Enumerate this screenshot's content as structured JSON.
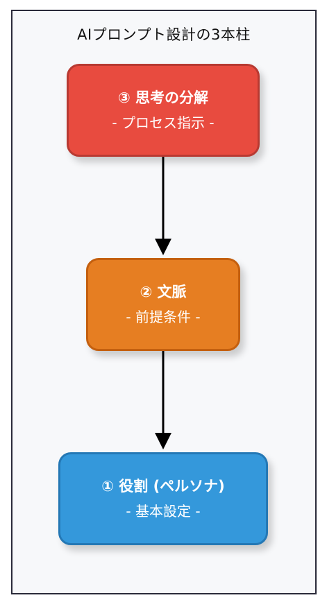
{
  "diagram": {
    "title": "AIプロンプト設計の3本柱",
    "nodes": [
      {
        "id": "pillar-3",
        "heading": "③ 思考の分解",
        "subtitle": "- プロセス指示 -",
        "fill": "#e84b3f",
        "border": "#b83a32"
      },
      {
        "id": "pillar-2",
        "heading": "② 文脈",
        "subtitle": "- 前提条件 -",
        "fill": "#e67e22",
        "border": "#c45f0e"
      },
      {
        "id": "pillar-1",
        "heading": "① 役割 (ペルソナ)",
        "subtitle": "- 基本設定 -",
        "fill": "#3498db",
        "border": "#2478b5"
      }
    ],
    "edges": [
      {
        "from": "pillar-3",
        "to": "pillar-2"
      },
      {
        "from": "pillar-2",
        "to": "pillar-1"
      }
    ],
    "colors": {
      "frame_border": "#2a2a3a",
      "frame_background": "#f7f8fa",
      "arrow": "#000000"
    }
  }
}
